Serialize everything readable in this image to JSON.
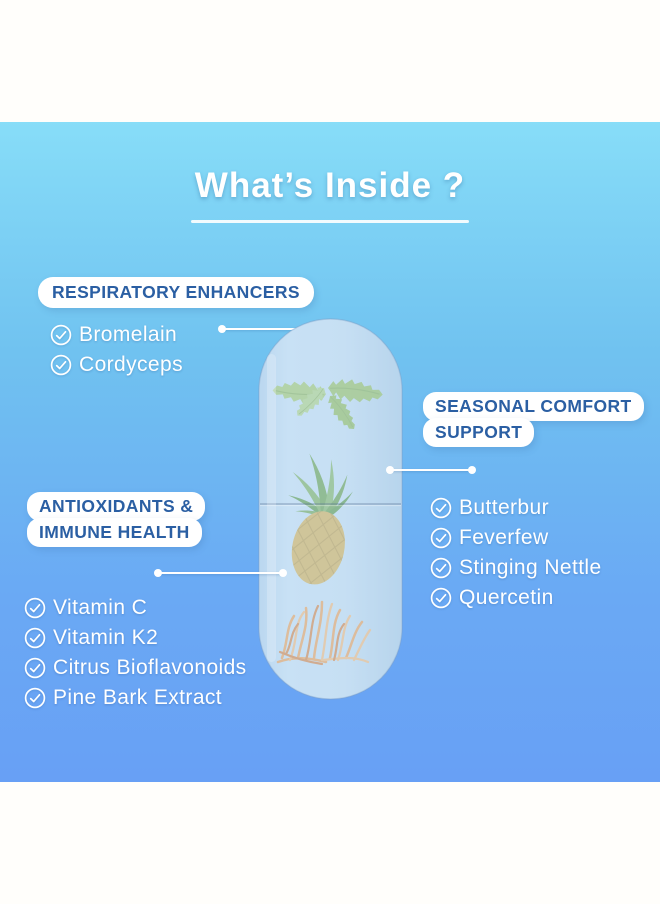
{
  "title": "What’s Inside ?",
  "groups": [
    {
      "label": "RESPIRATORY ENHANCERS",
      "items": [
        "Bromelain",
        "Cordyceps"
      ]
    },
    {
      "label_lines": [
        "SEASONAL COMFORT",
        "SUPPORT"
      ],
      "items": [
        "Butterbur",
        "Feverfew",
        "Stinging Nettle",
        "Quercetin"
      ]
    },
    {
      "label_lines": [
        "ANTIOXIDANTS &",
        "IMMUNE HEALTH"
      ],
      "items": [
        "Vitamin C",
        "Vitamin K2",
        "Citrus Bioflavonoids",
        "Pine Bark Extract"
      ]
    }
  ],
  "capsule": {
    "ingredient_images": [
      "stinging-nettle-leaves",
      "pineapple",
      "cordyceps-mushroom"
    ]
  },
  "colors": {
    "background_top": "#87ddf8",
    "background_bottom": "#68a0f5",
    "label_text": "#2b5fa3",
    "label_background": "#ffffff",
    "list_text": "#ffffff",
    "capsule_fill": "#c6dff4",
    "nettle_green": "#9fc868",
    "pineapple_body": "#d6b35a",
    "cordyceps_orange": "#eda45f"
  }
}
